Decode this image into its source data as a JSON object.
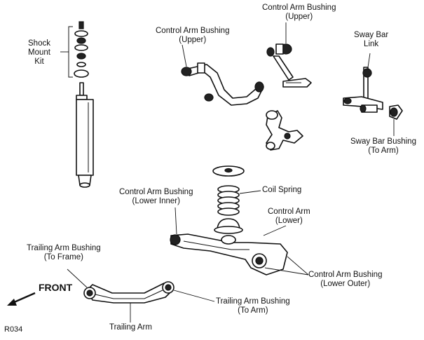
{
  "diagram": {
    "code": "R034",
    "direction_label": "FRONT",
    "labels": {
      "shock_mount_kit": [
        "Shock",
        "Mount",
        "Kit"
      ],
      "control_arm_bushing_upper_left": [
        "Control Arm Bushing",
        "(Upper)"
      ],
      "control_arm_bushing_upper_top": [
        "Control Arm Bushing",
        "(Upper)"
      ],
      "sway_bar_link": [
        "Sway Bar",
        "Link"
      ],
      "sway_bar_bushing": [
        "Sway Bar Bushing",
        "(To Arm)"
      ],
      "coil_spring": [
        "Coil Spring"
      ],
      "control_arm_bushing_lower_inner": [
        "Control Arm Bushing",
        "(Lower Inner)"
      ],
      "control_arm_lower": [
        "Control Arm",
        "(Lower)"
      ],
      "control_arm_bushing_lower_outer": [
        "Control Arm Bushing",
        "(Lower Outer)"
      ],
      "trailing_arm_bushing_frame": [
        "Trailing Arm Bushing",
        "(To Frame)"
      ],
      "trailing_arm_bushing_arm": [
        "Trailing Arm Bushing",
        "(To Arm)"
      ],
      "trailing_arm": [
        "Trailing Arm"
      ]
    }
  }
}
